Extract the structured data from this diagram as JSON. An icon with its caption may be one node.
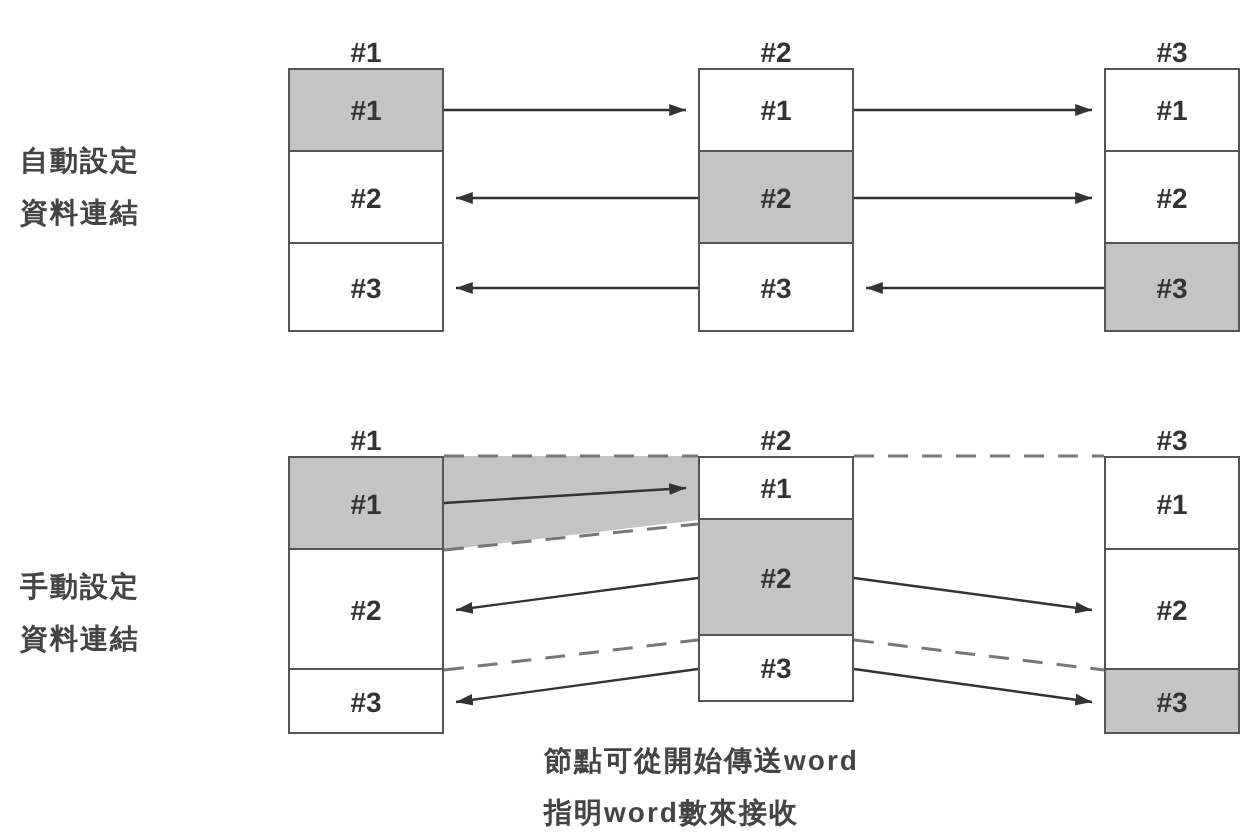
{
  "diagram": {
    "nodes": [
      {
        "text": [
          "#1"
        ]
      },
      {
        "text": [
          "#1"
        ],
        "in": 0
      },
      {
        "text": [
          "#2"
        ],
        "in": 0
      },
      {
        "text": [
          "#3"
        ],
        "in": 0
      },
      {
        "text": [
          "#2"
        ]
      },
      {
        "text": [
          "#1"
        ],
        "in": 4
      },
      {
        "text": [
          "#2"
        ],
        "in": 4
      },
      {
        "text": [
          "#3"
        ],
        "in": 4
      },
      {
        "text": [
          "#3"
        ]
      },
      {
        "text": [
          "#1"
        ],
        "in": 8
      },
      {
        "text": [
          "#2"
        ],
        "in": 8
      },
      {
        "text": [
          "#3"
        ],
        "in": 8
      },
      {
        "text": [
          "#1"
        ]
      },
      {
        "text": [
          "#1"
        ],
        "in": 12
      },
      {
        "text": [
          "#2"
        ],
        "in": 12
      },
      {
        "text": [
          "#3"
        ],
        "in": 12
      },
      {
        "text": [
          "#2"
        ]
      },
      {
        "text": [
          "#1"
        ],
        "in": 16
      },
      {
        "text": [
          "#2"
        ],
        "in": 16
      },
      {
        "text": [
          "#3"
        ],
        "in": 16
      },
      {
        "text": [
          "#3"
        ]
      },
      {
        "text": [
          "#1"
        ],
        "in": 20
      },
      {
        "text": [
          "#2"
        ],
        "in": 20
      },
      {
        "text": [
          "#3"
        ],
        "in": 20
      }
    ],
    "edges": [
      {
        "from": 1,
        "to": 5,
        "arrow": "to"
      },
      {
        "from": 5,
        "to": 9,
        "arrow": "to"
      },
      {
        "from": 6,
        "to": 2,
        "arrow": "to"
      },
      {
        "from": 6,
        "to": 10,
        "arrow": "to"
      },
      {
        "from": 11,
        "to": 7,
        "arrow": "to"
      },
      {
        "from": 7,
        "to": 3,
        "arrow": "to"
      },
      {
        "from": 13,
        "to": 17,
        "arrow": "to"
      },
      {
        "from": 18,
        "to": 14,
        "arrow": "to"
      },
      {
        "from": 18,
        "to": 22,
        "arrow": "to"
      },
      {
        "from": 19,
        "to": 15,
        "arrow": "to"
      },
      {
        "from": 19,
        "to": 23,
        "arrow": "to"
      }
    ],
    "labels": [
      "自動設定資料連結",
      "手動設定資料連結",
      "節點可從開始傳送word指明word數來接收"
    ]
  }
}
